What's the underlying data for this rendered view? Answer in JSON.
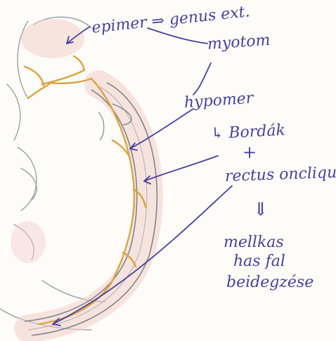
{
  "labels": {
    "epimer": "epimer ⇒ genus ext.",
    "myotom": "myotom",
    "hypomer": "hypomer",
    "bordak": "↳ Bordák",
    "plus": "+",
    "rectus": "rectus oncliquus",
    "down_arrow": "⇓",
    "mell": "mellkas",
    "has": "has fal",
    "beidegzese": "beidegzése"
  },
  "colors": {
    "ink": "#4a3f9a",
    "nerve": "#d9a441",
    "pink": "#f2c4c0",
    "pencil": "#8a8f94"
  }
}
